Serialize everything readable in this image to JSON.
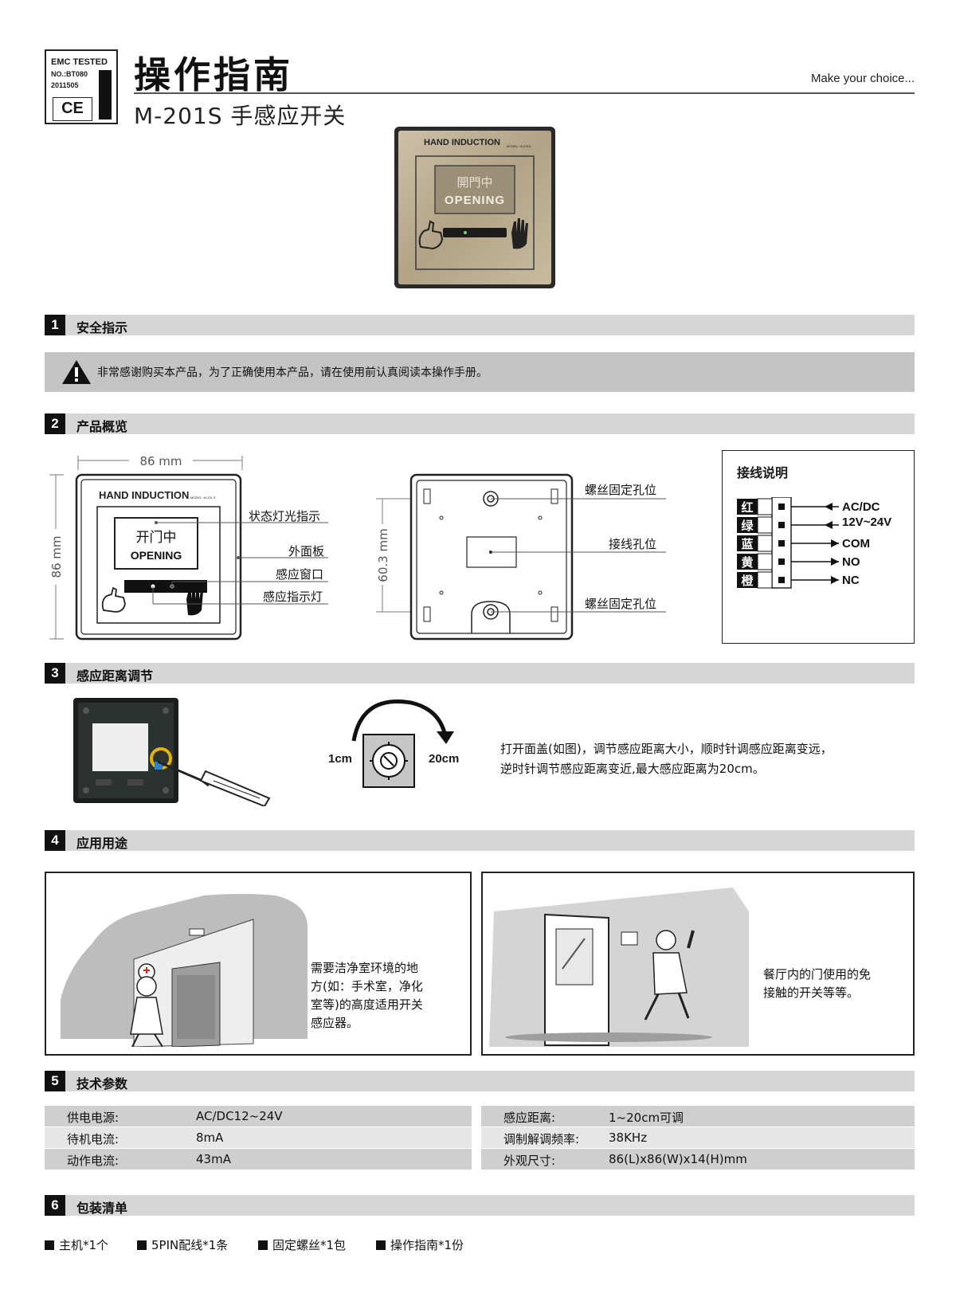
{
  "header": {
    "emc_line1": "EMC TESTED",
    "emc_line2": "NO.:BT080",
    "emc_line3": "2011505",
    "ce_mark": "CE",
    "title": "操作指南",
    "tagline": "Make  your choice...",
    "subtitle": "M-201S 手感应开关"
  },
  "product_photo": {
    "brand": "HAND INDUCTION",
    "model": "MODEL: M-201S",
    "display_cn": "開門中",
    "display_en": "OPENING"
  },
  "section1": {
    "number": "1",
    "title": "安全指示",
    "warning": "非常感谢购买本产品，为了正确使用本产品，请在使用前认真阅读本操作手册。"
  },
  "section2": {
    "number": "2",
    "title": "产品概览",
    "front": {
      "width_label": "86 mm",
      "height_label": "86 mm",
      "brand": "HAND INDUCTION",
      "model": "MODEL: M-201 S",
      "display_cn": "开门中",
      "display_en": "OPENING",
      "callouts": [
        "状态灯光指示",
        "外面板",
        "感应窗口",
        "感应指示灯"
      ]
    },
    "back": {
      "hole_spacing_label": "60.3 mm",
      "callouts": [
        "螺丝固定孔位",
        "接线孔位",
        "螺丝固定孔位"
      ]
    },
    "wiring": {
      "title": "接线说明",
      "wires": [
        {
          "color_name": "红",
          "label": "AC/DC",
          "direction": "in"
        },
        {
          "color_name": "绿",
          "label": "12V~24V",
          "direction": "in"
        },
        {
          "color_name": "蓝",
          "label": "COM",
          "direction": "out"
        },
        {
          "color_name": "黄",
          "label": "NO",
          "direction": "out"
        },
        {
          "color_name": "橙",
          "label": "NC",
          "direction": "out"
        }
      ]
    }
  },
  "section3": {
    "number": "3",
    "title": "感应距离调节",
    "min_label": "1cm",
    "max_label": "20cm",
    "text_line1": "打开面盖(如图)，调节感应距离大小，顺时针调感应距离变远，",
    "text_line2": "逆时针调节感应距离变近,最大感应距离为20cm。"
  },
  "section4": {
    "number": "4",
    "title": "应用用途",
    "left_lines": [
      "需要洁净室环境的地",
      "方(如：手术室，净化",
      "室等)的高度适用开关",
      "感应器。"
    ],
    "right_lines": [
      "餐厅内的门使用的免",
      "接触的开关等等。"
    ]
  },
  "section5": {
    "number": "5",
    "title": "技术参数",
    "left_specs": [
      {
        "label": "供电电源:",
        "value": "AC/DC12~24V"
      },
      {
        "label": "待机电流:",
        "value": "8mA"
      },
      {
        "label": "动作电流:",
        "value": "43mA"
      }
    ],
    "right_specs": [
      {
        "label": "感应距离:",
        "value": "1~20cm可调"
      },
      {
        "label": "调制解调频率:",
        "value": "38KHz"
      },
      {
        "label": "外观尺寸:",
        "value": "86(L)x86(W)x14(H)mm"
      }
    ]
  },
  "section6": {
    "number": "6",
    "title": "包装清单",
    "items": [
      "主机*1个",
      "5PIN配线*1条",
      "固定螺丝*1包",
      "操作指南*1份"
    ]
  },
  "colors": {
    "section_bar": "#d6d6d6",
    "warning_bg": "#c4c4c4",
    "panel_gold": "#b9ab91",
    "ink": "#111111"
  }
}
